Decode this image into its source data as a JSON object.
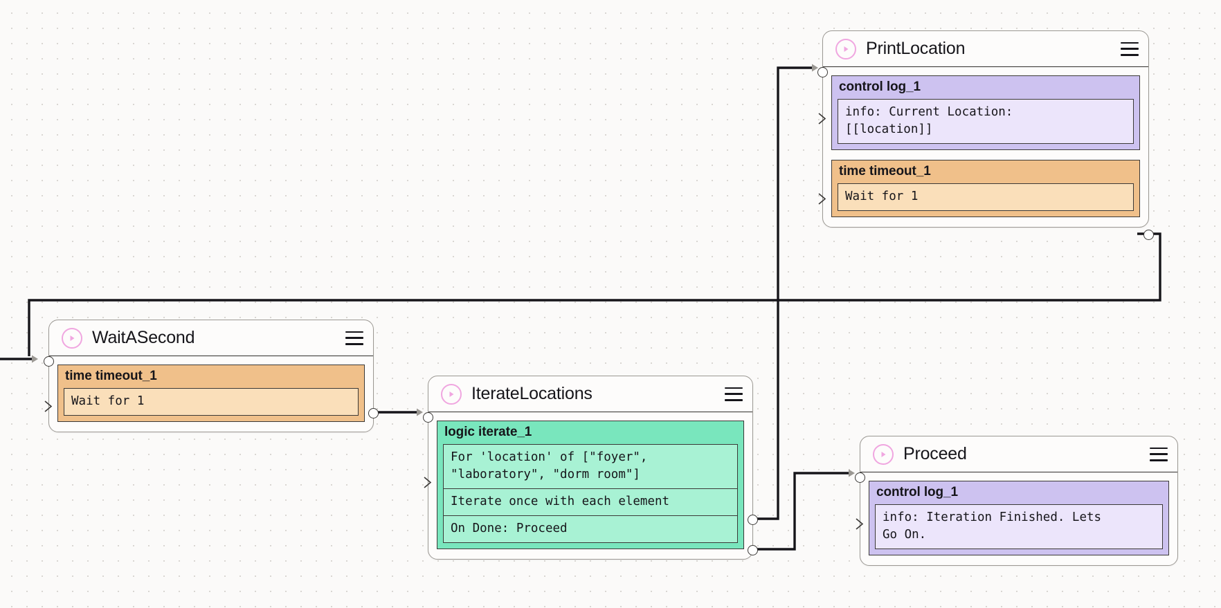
{
  "app": {
    "kind": "node-flow-editor",
    "background": "#fbfaf9",
    "grid_dot_color": "#d9d6d2",
    "accent_icon_color": "#f0a6e0",
    "edge_color": "#16151a"
  },
  "palette": {
    "control_header": "#cdc2f0",
    "control_body": "#ece5fb",
    "time_header": "#f0c08a",
    "time_body": "#fadfba",
    "logic_header": "#79e6bd",
    "logic_body": "#a8f2d4",
    "node_surface": "#fdfcfb",
    "node_border": "#9b9893",
    "text": "#16151a"
  },
  "icons": {
    "play": "play-circle-icon",
    "menu": "hamburger-menu-icon"
  },
  "nodes": [
    {
      "id": "printlocation",
      "title": "PrintLocation",
      "blocks": [
        {
          "type": "control",
          "header": "control log_1",
          "rows": [
            "info: Current Location:\n[[location]]"
          ]
        },
        {
          "type": "time",
          "header": "time timeout_1",
          "rows": [
            "Wait for 1"
          ]
        }
      ]
    },
    {
      "id": "waitasecond",
      "title": "WaitASecond",
      "blocks": [
        {
          "type": "time",
          "header": "time timeout_1",
          "rows": [
            "Wait for 1"
          ]
        }
      ]
    },
    {
      "id": "iteratelocations",
      "title": "IterateLocations",
      "blocks": [
        {
          "type": "logic",
          "header": "logic iterate_1",
          "rows": [
            "For 'location' of [\"foyer\",\n\"laboratory\", \"dorm room\"]",
            "Iterate once with each element",
            "On Done: Proceed"
          ]
        }
      ]
    },
    {
      "id": "proceed",
      "title": "Proceed",
      "blocks": [
        {
          "type": "control",
          "header": "control log_1",
          "rows": [
            "info: Iteration Finished. Lets\nGo On."
          ]
        }
      ]
    }
  ]
}
